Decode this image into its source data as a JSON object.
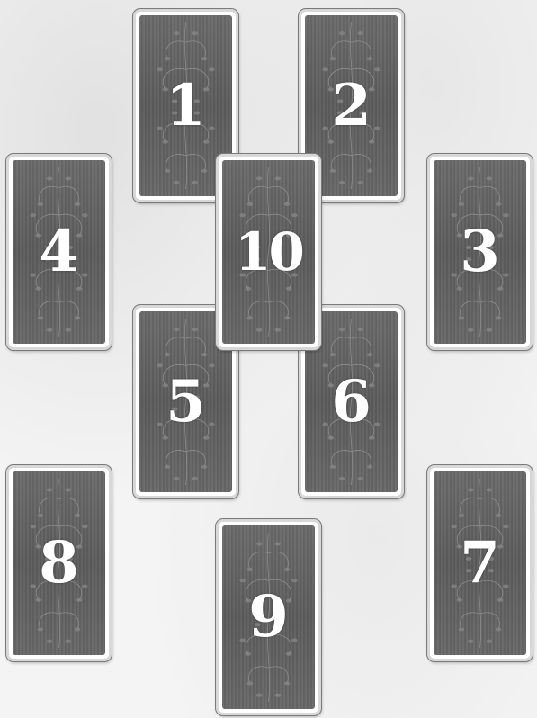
{
  "cards": [
    {
      "id": "card-1",
      "number": "1"
    },
    {
      "id": "card-2",
      "number": "2"
    },
    {
      "id": "card-3",
      "number": "3"
    },
    {
      "id": "card-4",
      "number": "4"
    },
    {
      "id": "card-5",
      "number": "5"
    },
    {
      "id": "card-6",
      "number": "6"
    },
    {
      "id": "card-7",
      "number": "7"
    },
    {
      "id": "card-8",
      "number": "8"
    },
    {
      "id": "card-9",
      "number": "9"
    },
    {
      "id": "card-10",
      "number": "10"
    }
  ],
  "colors": {
    "background": "#f3f3f3",
    "card_face": "#606060",
    "card_border": "#d8d8d8",
    "number": "#ffffff"
  }
}
